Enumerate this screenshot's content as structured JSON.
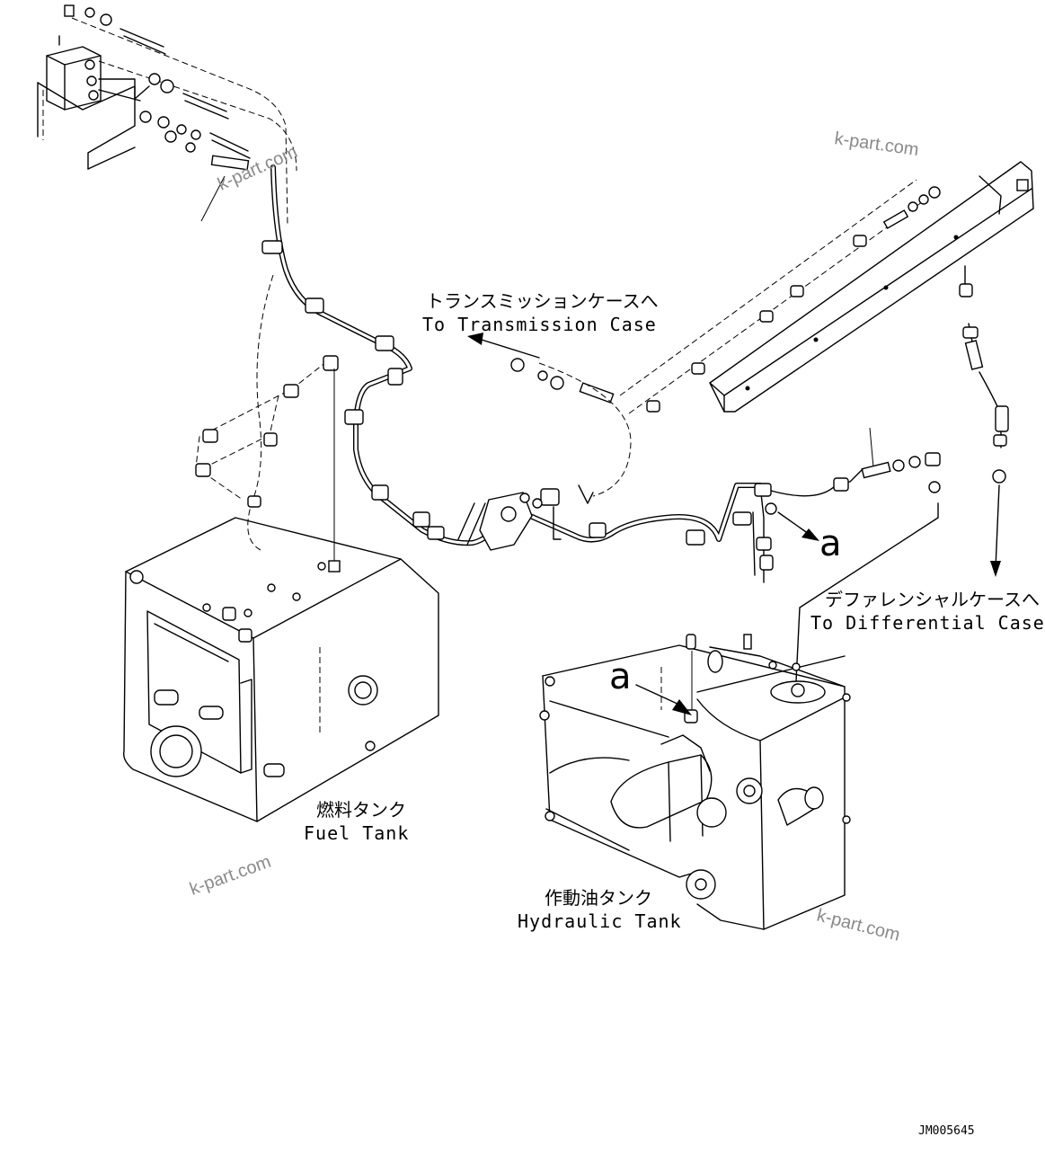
{
  "labels": {
    "transmission_jp": "トランスミッションケースへ",
    "transmission_en": "To Transmission Case",
    "differential_jp": "デファレンシャルケースへ",
    "differential_en": "To Differential Case",
    "fuel_tank_jp": "燃料タンク",
    "fuel_tank_en": "Fuel Tank",
    "hydraulic_tank_jp": "作動油タンク",
    "hydraulic_tank_en": "Hydraulic Tank",
    "marker_a": "a",
    "drawing_code": "JM005645"
  },
  "watermarks": [
    "k-part.com",
    "k-part.com",
    "k-part.com",
    "k-part.com"
  ]
}
